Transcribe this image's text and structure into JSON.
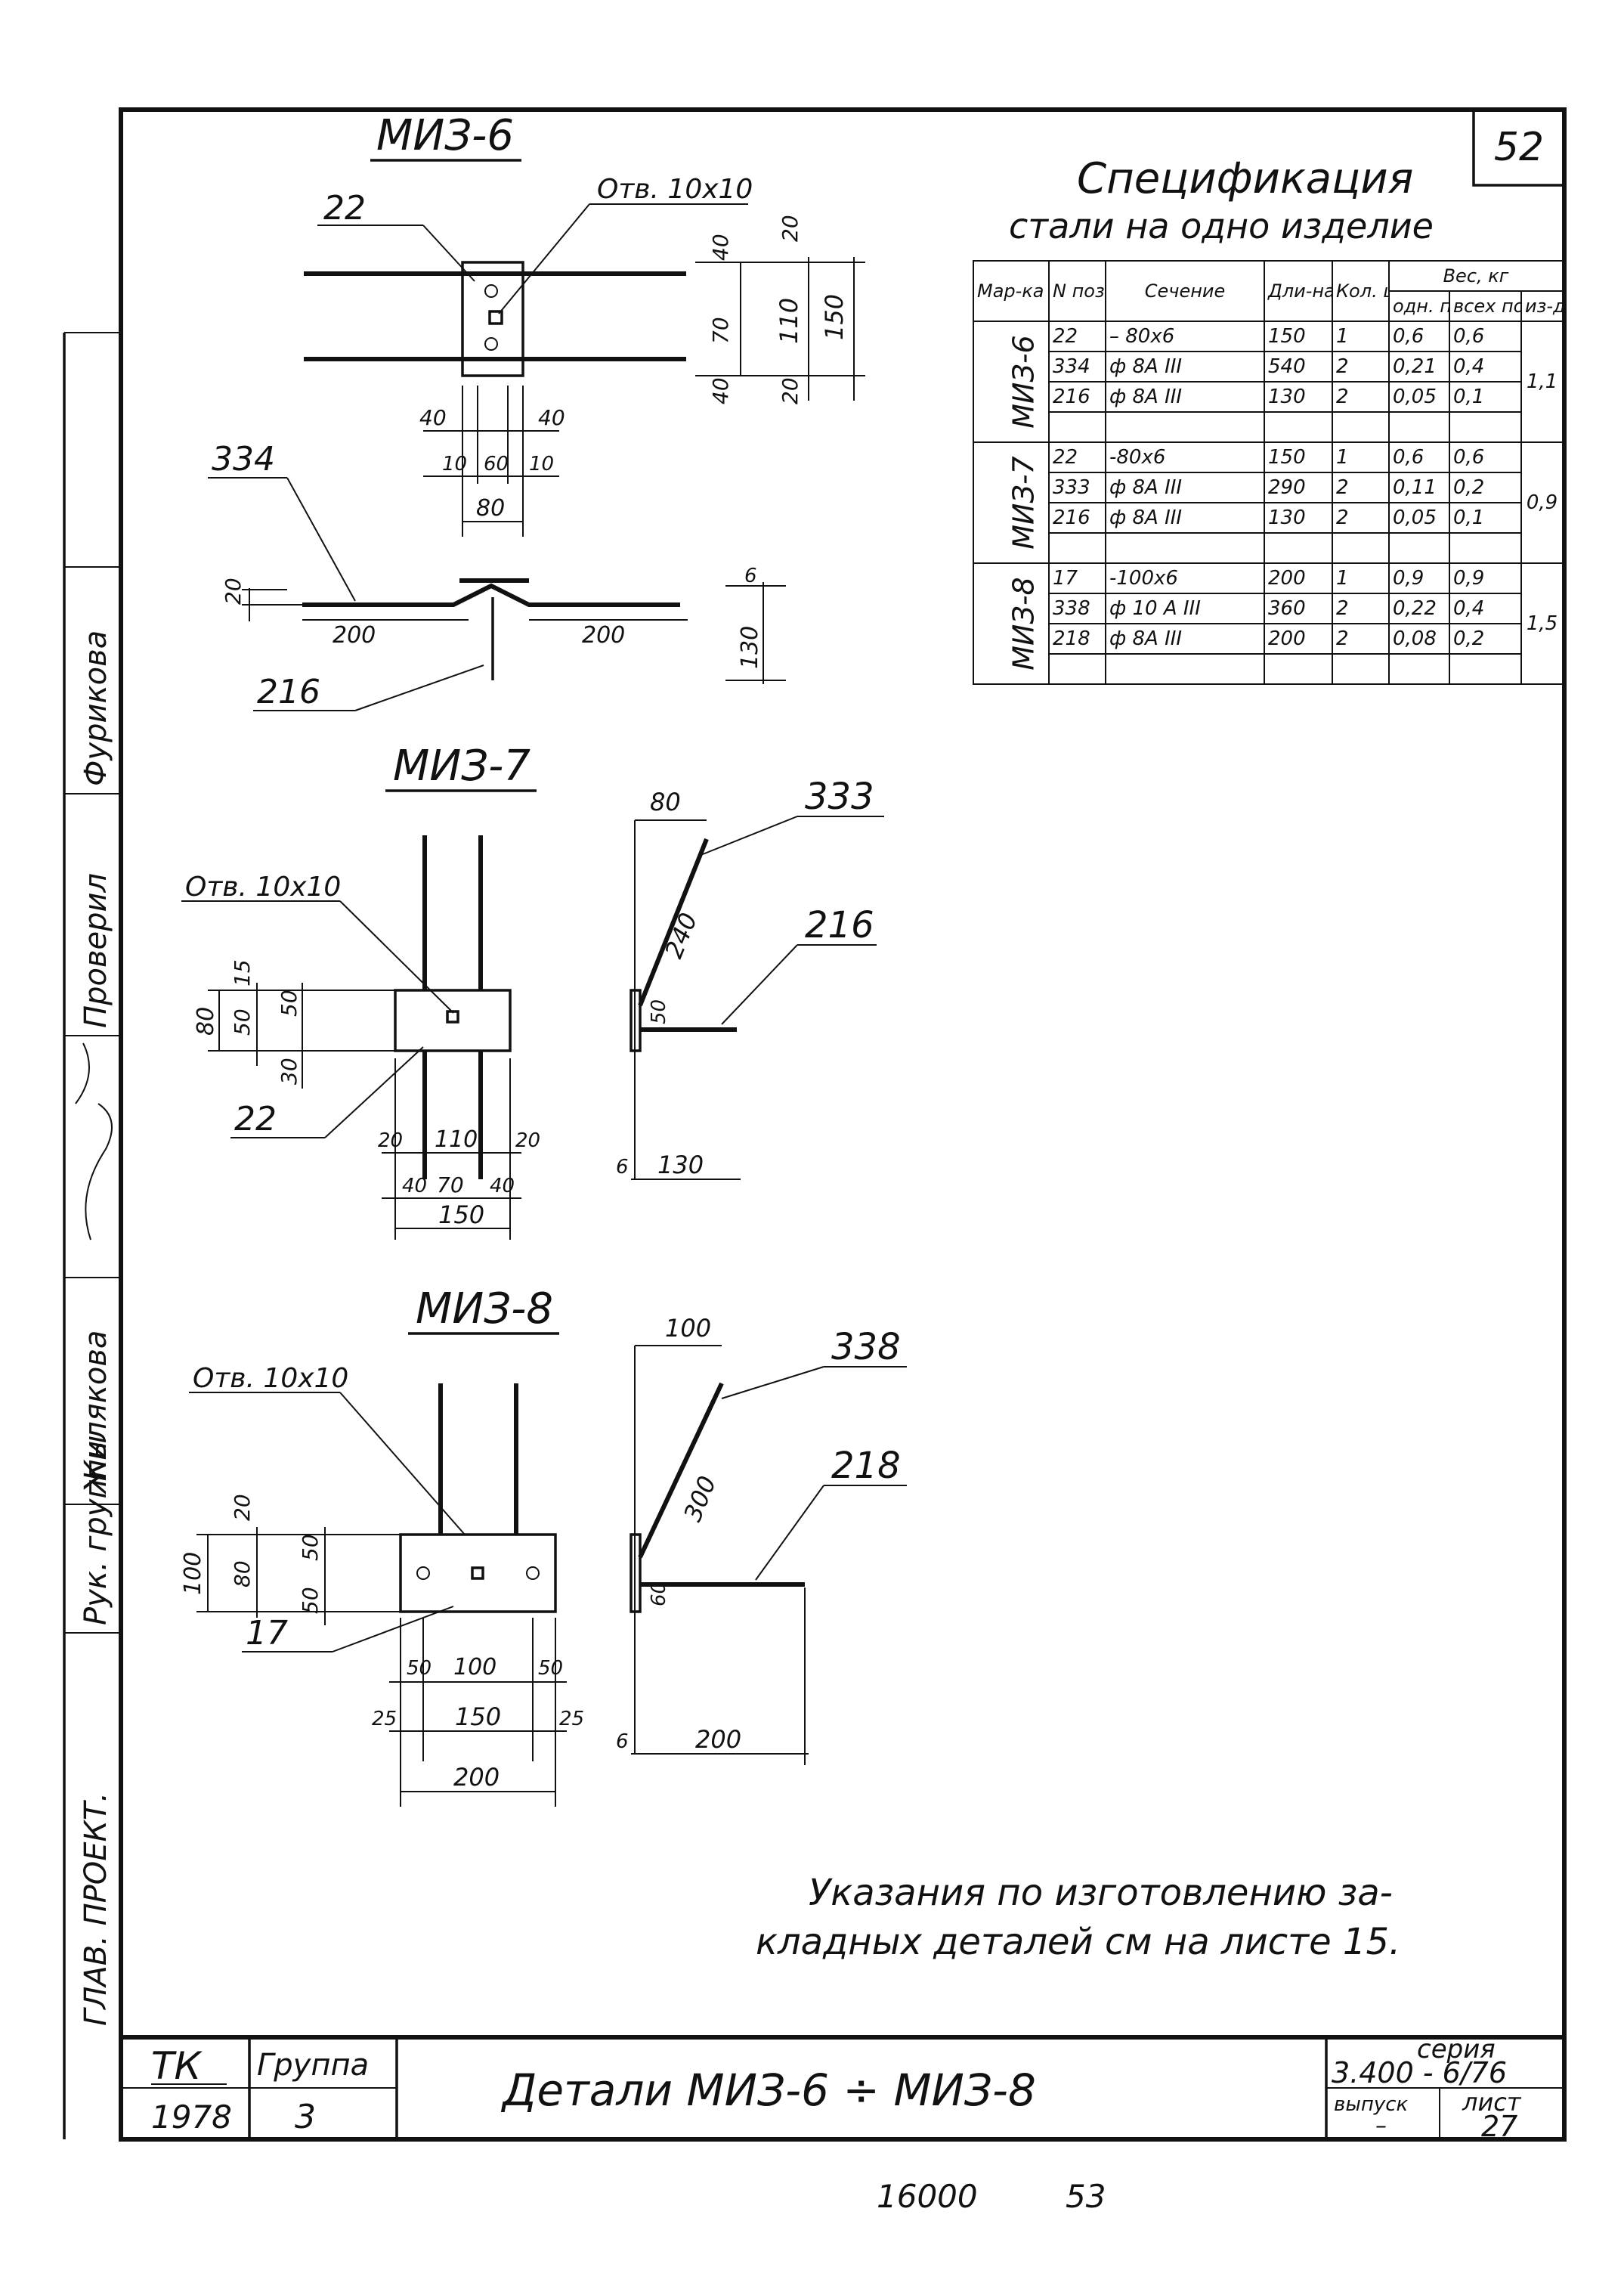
{
  "sheet": {
    "page_badge": "52",
    "spec_title": "Спецификация",
    "spec_subtitle": "стали на одно изделие",
    "note_line1": "Указания по изготовлению за-",
    "note_line2": "кладных деталей см на листе 15.",
    "bottom_numbers": [
      "16000",
      "53"
    ]
  },
  "left_strip": {
    "vertical_labels": [
      "Рук. группы",
      "Жилякова",
      "Проверил",
      "Фурикова",
      "ГЛАВ. ПРОЕКТ."
    ]
  },
  "spec_table": {
    "headers": {
      "mark": "Мар-ка издел",
      "pos": "N поз.",
      "section": "Сечение",
      "length": "Дли-на мм.",
      "qty": "Кол. шт.",
      "weight": "Вес, кг",
      "w_one": "одн. поз.",
      "w_all": "всех поз.",
      "w_item": "из-дел"
    },
    "groups": [
      {
        "mark": "МИЗ-6",
        "total": "1,1",
        "rows": [
          {
            "pos": "22",
            "section": "– 80х6",
            "length": "150",
            "qty": "1",
            "w_one": "0,6",
            "w_all": "0,6"
          },
          {
            "pos": "334",
            "section": "ф 8A III",
            "length": "540",
            "qty": "2",
            "w_one": "0,21",
            "w_all": "0,4"
          },
          {
            "pos": "216",
            "section": "ф 8A III",
            "length": "130",
            "qty": "2",
            "w_one": "0,05",
            "w_all": "0,1"
          }
        ]
      },
      {
        "mark": "МИЗ-7",
        "total": "0,9",
        "rows": [
          {
            "pos": "22",
            "section": "-80х6",
            "length": "150",
            "qty": "1",
            "w_one": "0,6",
            "w_all": "0,6"
          },
          {
            "pos": "333",
            "section": "ф 8A III",
            "length": "290",
            "qty": "2",
            "w_one": "0,11",
            "w_all": "0,2"
          },
          {
            "pos": "216",
            "section": "ф 8A III",
            "length": "130",
            "qty": "2",
            "w_one": "0,05",
            "w_all": "0,1"
          }
        ]
      },
      {
        "mark": "МИЗ-8",
        "total": "1,5",
        "rows": [
          {
            "pos": "17",
            "section": "-100х6",
            "length": "200",
            "qty": "1",
            "w_one": "0,9",
            "w_all": "0,9"
          },
          {
            "pos": "338",
            "section": "ф 10 A III",
            "length": "360",
            "qty": "2",
            "w_one": "0,22",
            "w_all": "0,4"
          },
          {
            "pos": "218",
            "section": "ф 8A III",
            "length": "200",
            "qty": "2",
            "w_one": "0,08",
            "w_all": "0,2"
          }
        ]
      }
    ]
  },
  "drawings": {
    "miz6": {
      "title": "МИЗ-6",
      "hole": "Отв. 10х10",
      "labels": [
        "22",
        "334",
        "216"
      ],
      "dims": [
        "40",
        "20",
        "70",
        "110",
        "150",
        "40",
        "20",
        "40",
        "40",
        "10",
        "60",
        "10",
        "80",
        "20",
        "200",
        "200",
        "130",
        "6"
      ]
    },
    "miz7": {
      "title": "МИЗ-7",
      "hole": "Отв. 10х10",
      "labels": [
        "22",
        "333",
        "216"
      ],
      "dims": [
        "15",
        "80",
        "50",
        "50",
        "30",
        "20",
        "110",
        "20",
        "40",
        "70",
        "40",
        "150",
        "80",
        "240",
        "50",
        "6",
        "130"
      ]
    },
    "miz8": {
      "title": "МИЗ-8",
      "hole": "Отв. 10х10",
      "labels": [
        "17",
        "338",
        "218"
      ],
      "dims": [
        "20",
        "100",
        "80",
        "50",
        "50",
        "50",
        "100",
        "50",
        "25",
        "150",
        "25",
        "200",
        "100",
        "300",
        "60",
        "6",
        "200"
      ]
    }
  },
  "title_block": {
    "org": "ТК",
    "group_label": "Группа",
    "year": "1978",
    "group_num": "3",
    "title": "Детали МИЗ-6 ÷ МИЗ-8",
    "series_label": "серия",
    "series": "3.400 - 6/76",
    "issue_label": "выпуск",
    "issue": "–",
    "sheet_label": "лист",
    "sheet": "27"
  }
}
